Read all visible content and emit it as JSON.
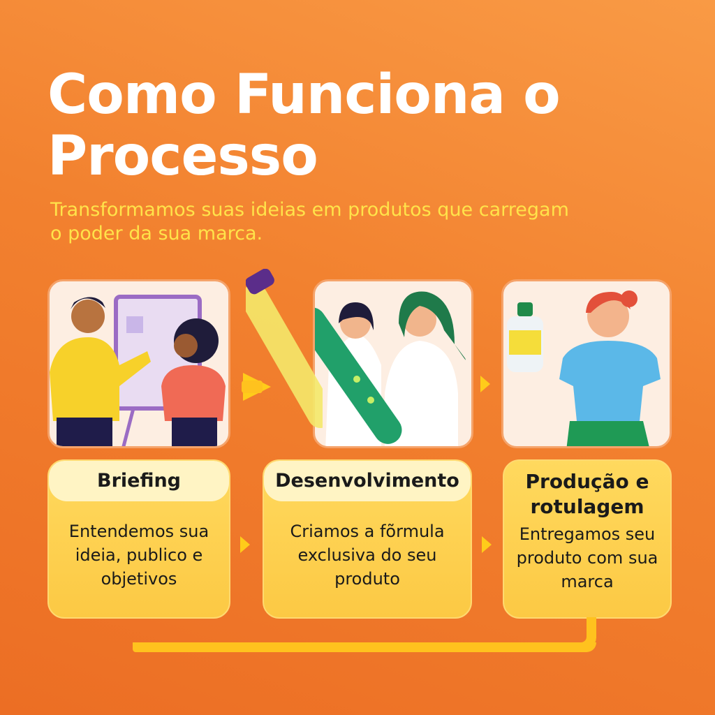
{
  "title": "Como Funciona o Processo",
  "subtitle": "Transformamos suas ideias em produtos que carregam o poder da sua marca.",
  "steps": [
    {
      "title": "Briefing",
      "description": "Entendemos sua ideia, publico e objetivos",
      "illustration": "people-at-flipchart"
    },
    {
      "title": "Desenvolvimento",
      "description": "Criamos a fõrmula exclusiva do seu produto",
      "illustration": "scientists-with-test-tube"
    },
    {
      "title": "Produção e rotulagem",
      "description": "Entregamos seu produto com sua marca",
      "illustration": "woman-holding-bottle"
    }
  ],
  "colors": {
    "background": "#f2812f",
    "accent": "#ffc21e",
    "title": "#ffffff",
    "subtitle": "#ffe34a"
  }
}
